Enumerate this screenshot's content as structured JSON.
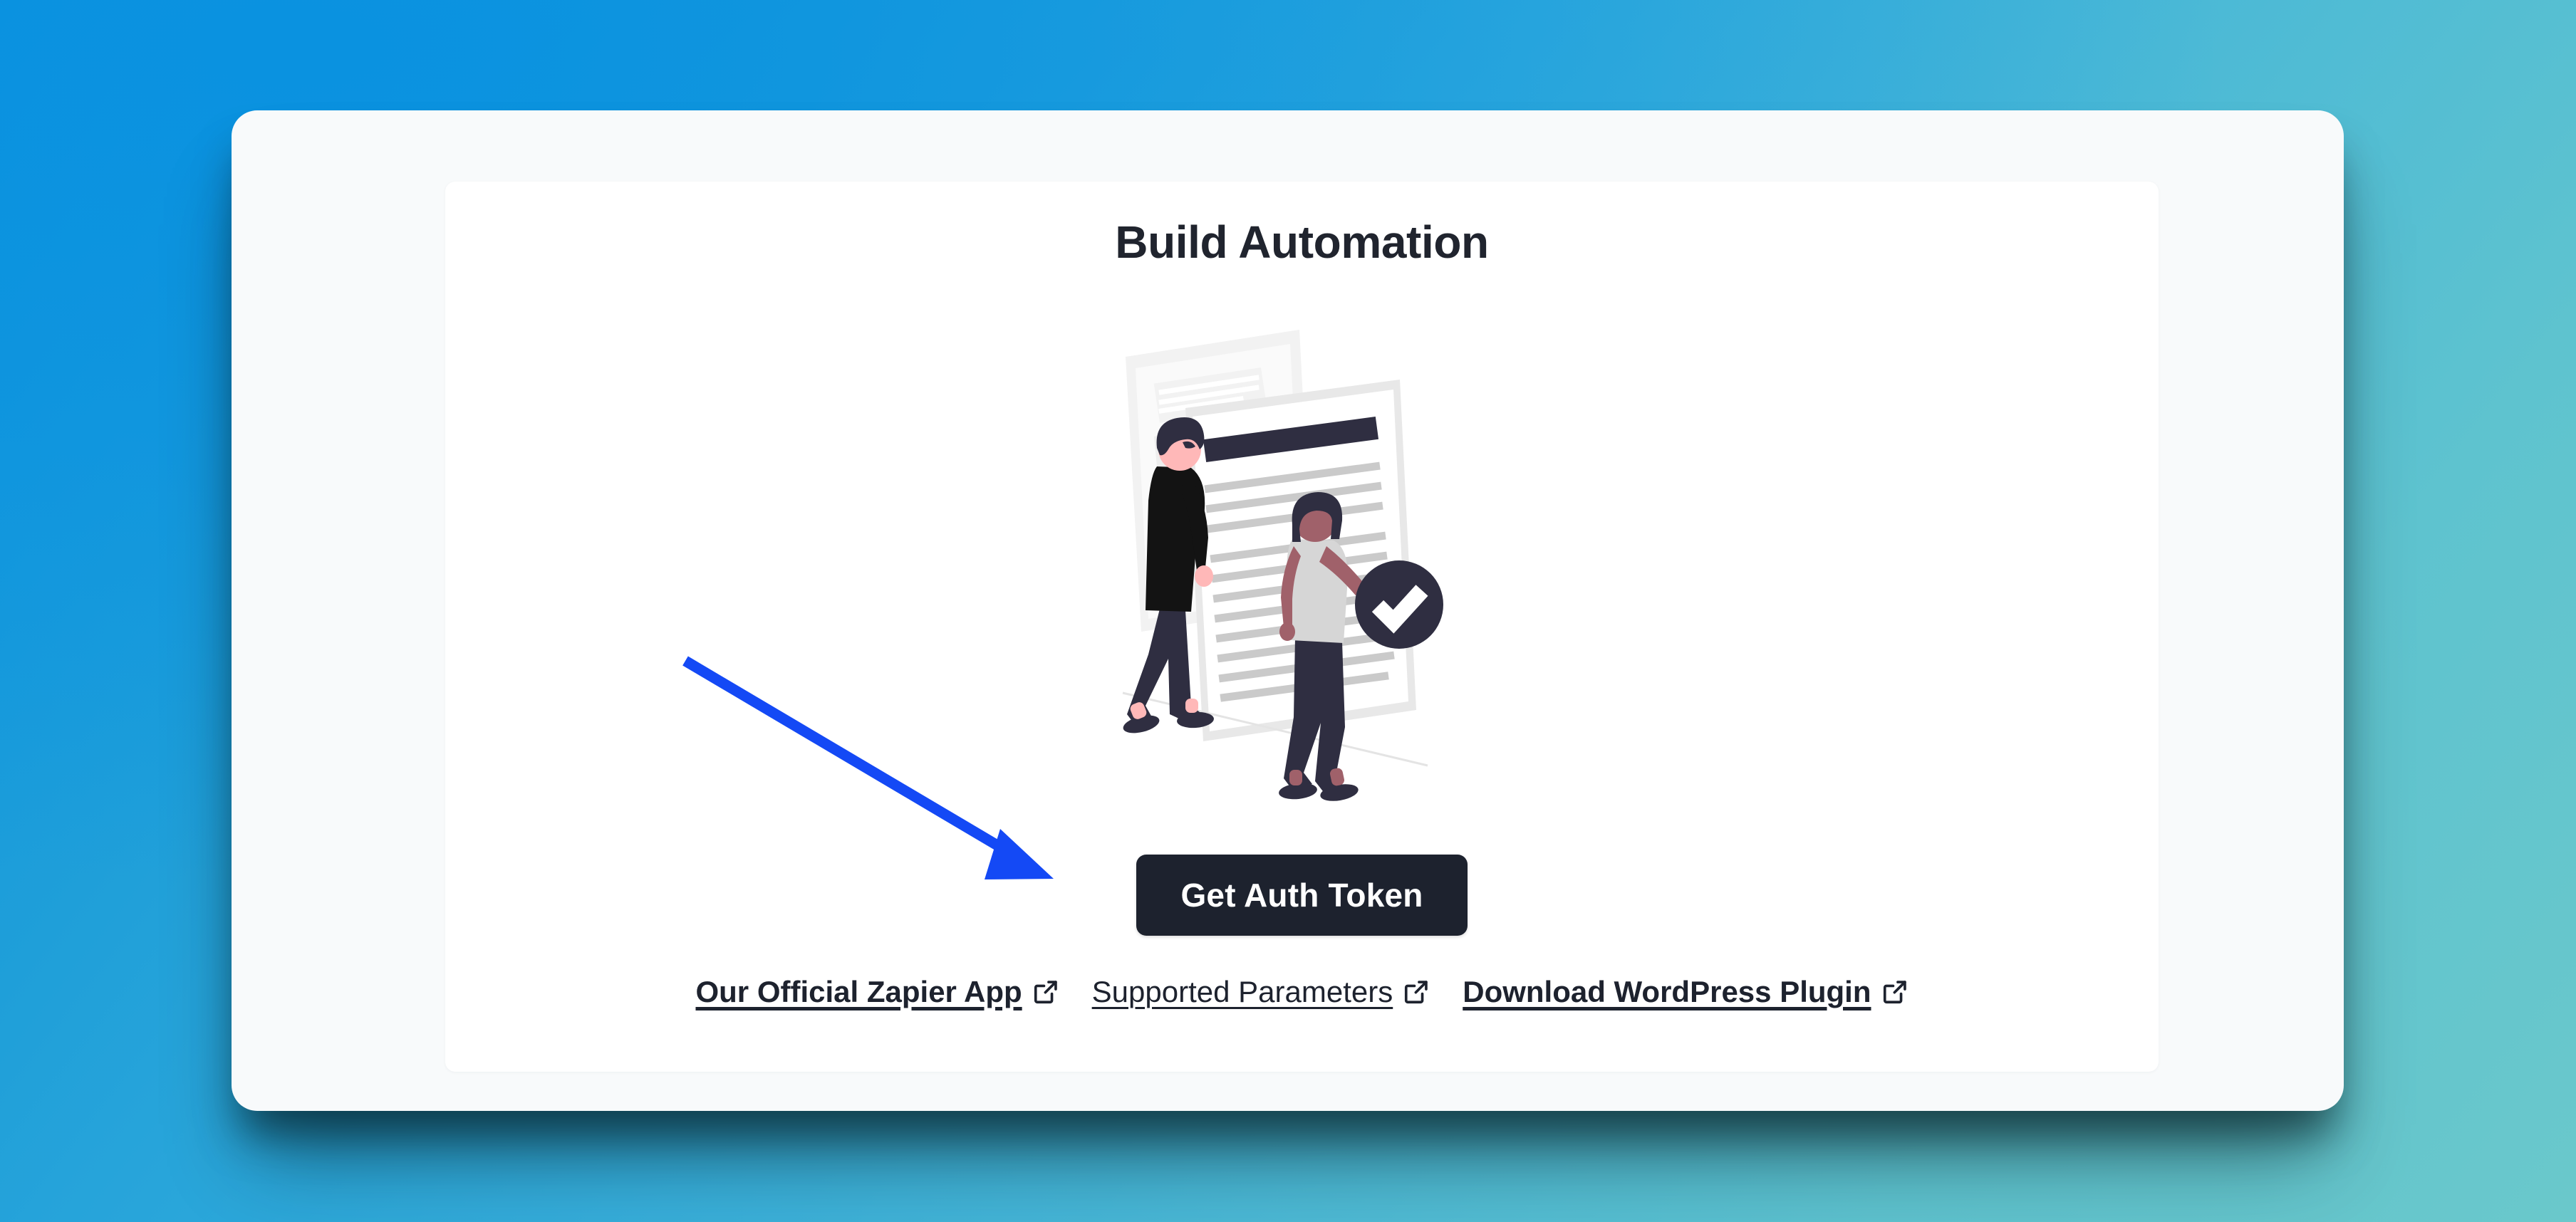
{
  "page": {
    "title": "Build Automation"
  },
  "cta": {
    "label": "Get Auth Token"
  },
  "links": [
    {
      "label": "Our Official Zapier App",
      "icon": "external-link-icon",
      "bold": true
    },
    {
      "label": "Supported Parameters",
      "icon": "external-link-icon",
      "bold": false
    },
    {
      "label": "Download WordPress Plugin",
      "icon": "external-link-icon",
      "bold": true
    }
  ],
  "illustration": {
    "name": "documents-with-people-and-checkmark-illustration",
    "elements": [
      "back-document",
      "front-document",
      "walking-person-left",
      "person-with-checkmark-right",
      "checkmark-badge"
    ]
  },
  "annotation": {
    "type": "arrow",
    "color": "#1449f5",
    "points_to": "get-auth-token-button"
  },
  "colors": {
    "background_start": "#0d94de",
    "background_end": "#6ac8cb",
    "card": "#f8fafb",
    "panel": "#ffffff",
    "text_dark": "#1d222e",
    "button_bg": "#1d222e",
    "button_text": "#ffffff",
    "annotation_blue": "#1449f5"
  }
}
